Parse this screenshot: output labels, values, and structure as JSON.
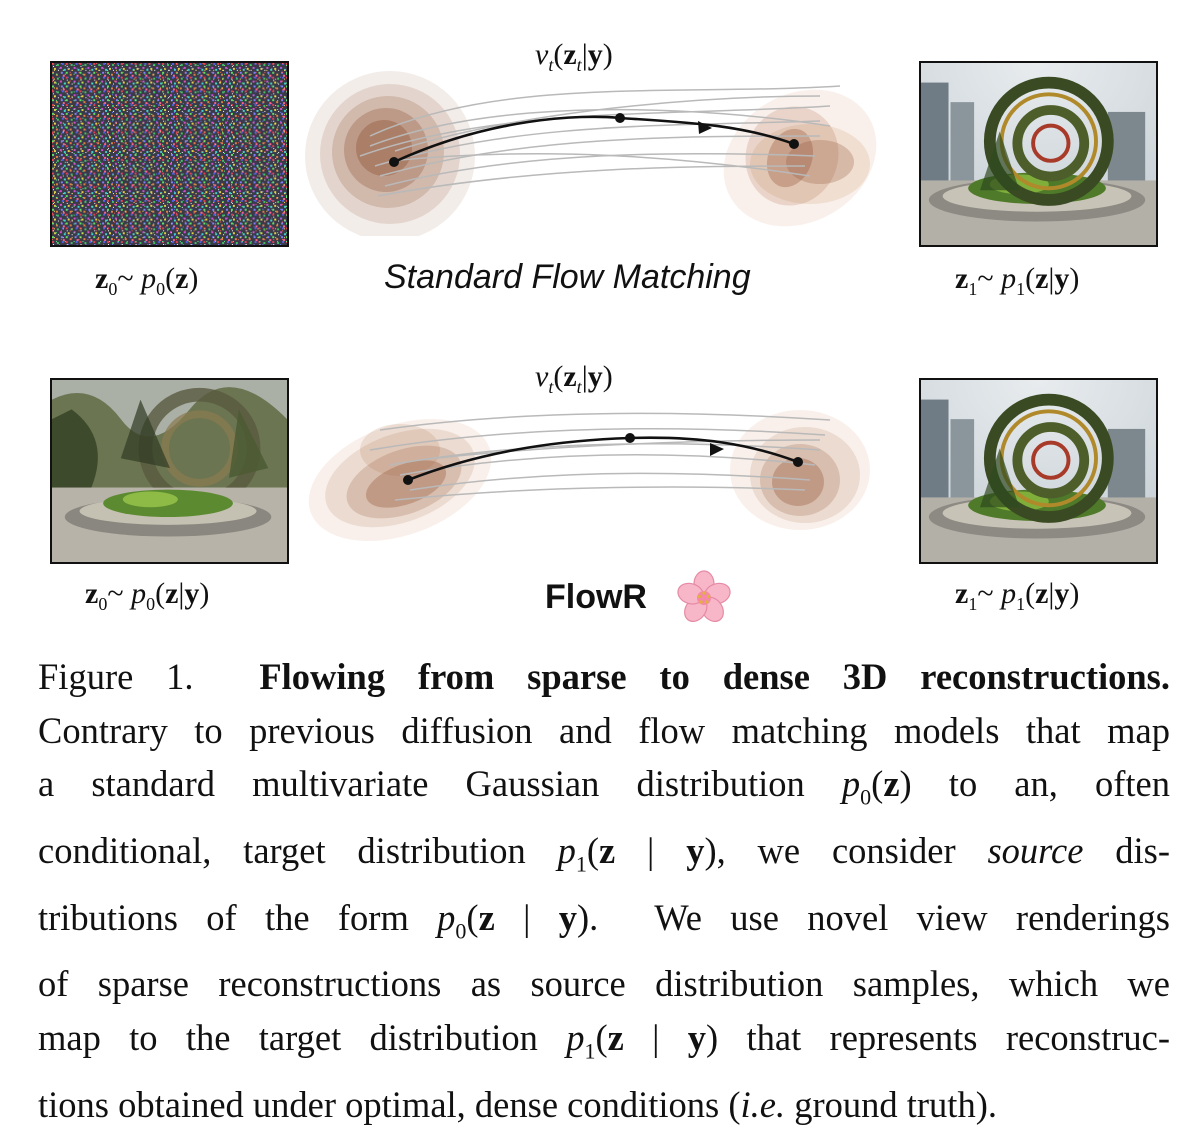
{
  "figure": {
    "row1": {
      "velocity_label": "v_t(z_t|y)",
      "left_label": "z₀~ p₀(z)",
      "method_label": "Standard Flow Matching",
      "right_label": "z₁~ p₁(z|y)"
    },
    "row2": {
      "velocity_label": "v_t(z_t|y)",
      "left_label": "z₀~ p₀(z|y)",
      "method_label": "FlowR",
      "method_icon": "cherry-blossom-icon",
      "right_label": "z₁~ p₁(z|y)"
    },
    "colors": {
      "density": "#8a4a2a",
      "trajectory": "#111111",
      "faint_paths": "#b9b9b9"
    }
  },
  "caption": {
    "figure_number": "Figure 1.",
    "title": "Flowing from sparse to dense 3D reconstructions.",
    "lines": [
      "Contrary to previous diffusion and flow matching models that map",
      "a standard multivariate Gaussian distribution p₀(z) to an, often",
      "conditional, target distribution p₁(z | y), we consider source dis-",
      "tributions of the form p₀(z | y).  We use novel view renderings",
      "of sparse reconstructions as source distribution samples, which we",
      "map to the target distribution p₁(z | y) that represents reconstruc-",
      "tions obtained under optimal, dense conditions (i.e. ground truth)."
    ]
  }
}
